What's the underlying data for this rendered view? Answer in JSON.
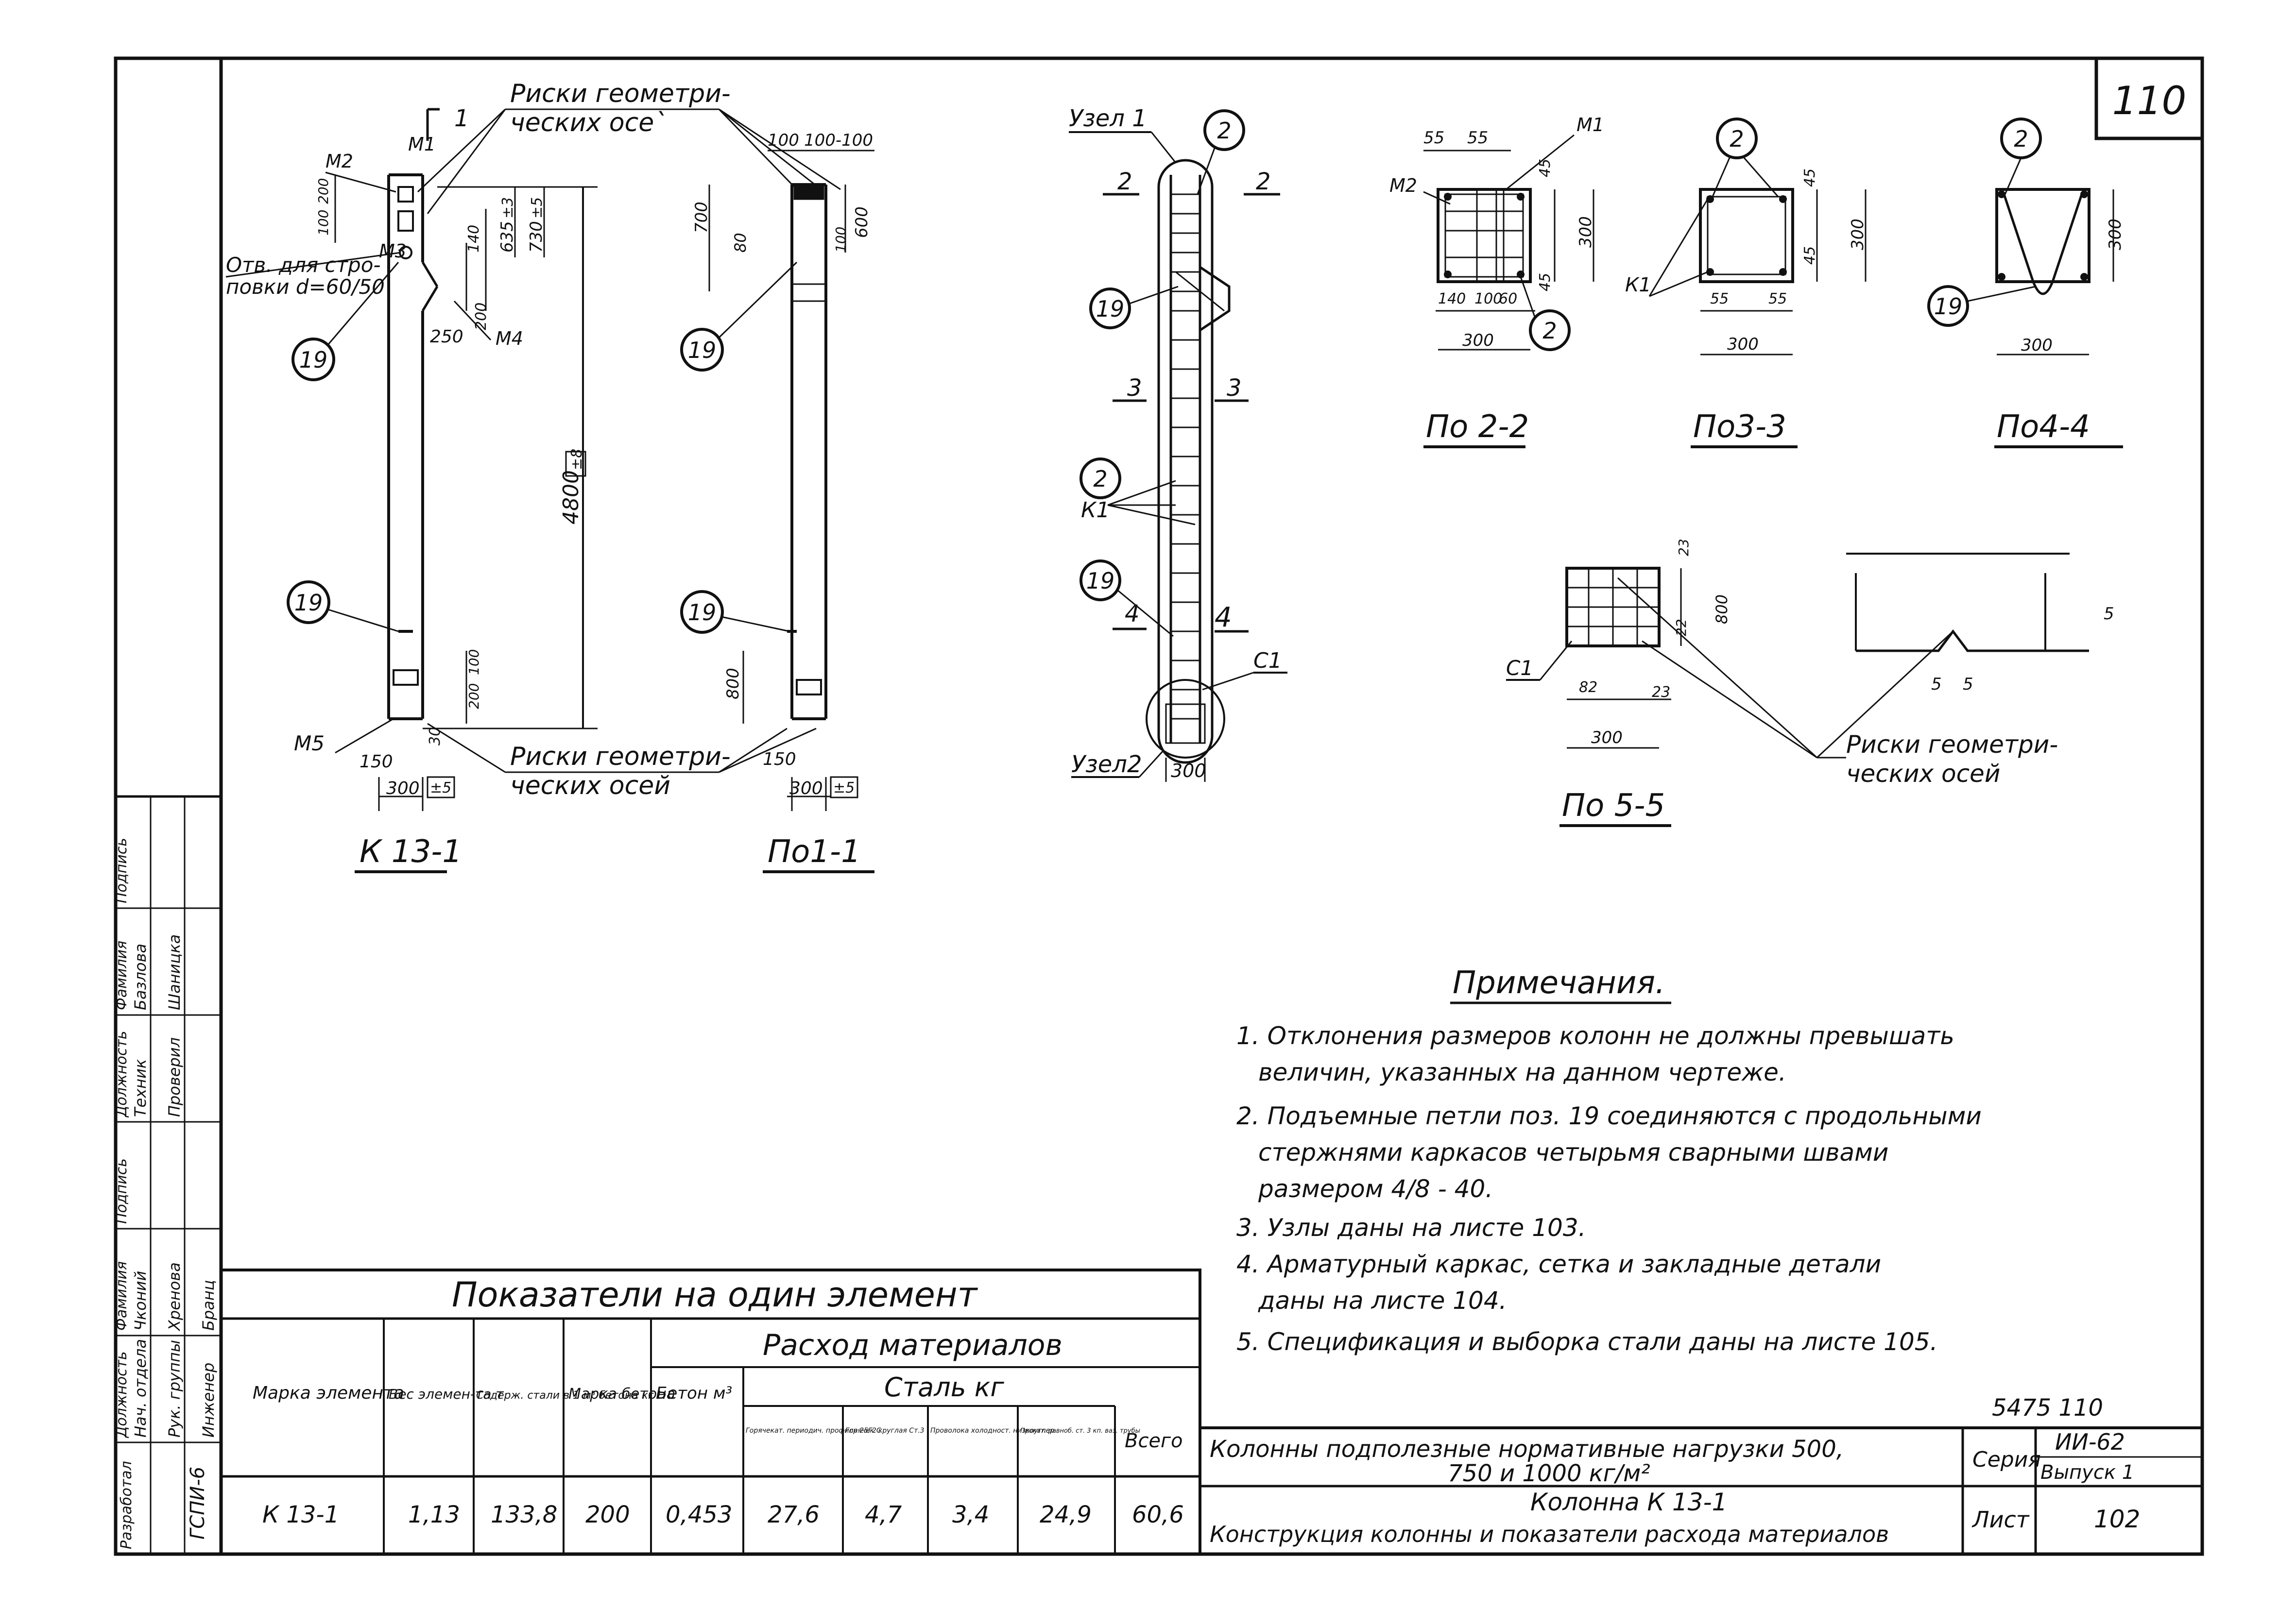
{
  "sheet_corner_number": "110",
  "elevation": {
    "title": "К 13-1",
    "label_risk_top": "Риски геометри-",
    "label_risk_top2": "ческих осе`",
    "label_risk_bottom": "Риски геометри-",
    "label_risk_bottom2": "ческих осей",
    "label_opening": "Отв. для стро-",
    "label_opening2": "повки d=60/50",
    "m1": "М1",
    "m2": "М2",
    "m3": "М3",
    "m4": "М4",
    "m5": "М5",
    "dim_4800": "4800",
    "tol_4800": "±8",
    "dim_730": "730",
    "tol_730": "±5",
    "dim_635": "635",
    "tol_635": "±3",
    "dim_250": "250",
    "dim_300": "300",
    "tol_300": "±5",
    "dim_150": "150",
    "dim_100": "100",
    "dim_200": "200",
    "dim_30": "30",
    "dim_140": "140",
    "section_mark": "1",
    "pos_19": "19"
  },
  "section_1_1": {
    "title": "По1-1",
    "dim_100": "100",
    "dim_100_100": "100-100",
    "dim_700": "700",
    "dim_600": "600",
    "dim_80": "80",
    "dim_800": "800",
    "dim_150": "150",
    "dim_300": "300",
    "tol_300": "±5",
    "pos_19": "19"
  },
  "reinforcement": {
    "node1": "Узел 1",
    "node2": "Узел2",
    "pos_2": "2",
    "pos_19": "19",
    "k1": "К1",
    "c1": "С1",
    "cut_2": "2",
    "cut_3": "3",
    "cut_4": "4",
    "dim_300": "300"
  },
  "section_2_2": {
    "title": "По 2-2",
    "m1": "М1",
    "m2": "М2",
    "dim_55a": "55",
    "dim_55b": "55",
    "dim_45a": "45",
    "dim_45b": "45",
    "dim_300v": "300",
    "dim_140": "140",
    "dim_100": "100",
    "dim_60": "60",
    "dim_300": "300",
    "pos_2": "2"
  },
  "section_3_3": {
    "title": "По3-3",
    "k1": "К1",
    "dim_45a": "45",
    "dim_45b": "45",
    "dim_300v": "300",
    "dim_55a": "55",
    "dim_55b": "55",
    "dim_300": "300",
    "pos_2": "2"
  },
  "section_4_4": {
    "title": "По4-4",
    "dim_300v": "300",
    "dim_300": "300",
    "pos_2": "2",
    "pos_19": "19"
  },
  "section_5_5": {
    "title": "По 5-5",
    "c1": "С1",
    "dim_23a": "23",
    "dim_22": "22",
    "dim_800": "800",
    "dim_82": "82",
    "dim_23b": "23",
    "dim_300": "300",
    "label_risk": "Риски геометри-",
    "label_risk2": "ческих осей",
    "dim_5a": "5",
    "dim_5b": "5",
    "dim_5c": "5"
  },
  "notes": {
    "title": "Примечания.",
    "items": [
      "1. Отклонения размеров колонн не должны превышать",
      "величин, указанных на данном чертеже.",
      "2. Подъемные петли поз. 19 соединяются с продольными",
      "стержнями каркасов четырьмя сварными швами",
      "размером 4/8 - 40.",
      "3. Узлы даны на листе 103.",
      "4. Арматурный каркас, сетка и закладные детали",
      "даны на листе 104.",
      "5. Спецификация и выборка стали даны на листе 105."
    ]
  },
  "indicators_table": {
    "title": "Показатели на один элемент",
    "headers": {
      "mark": "Марка элемента",
      "weight": "Вес элемен-та т",
      "steel_content": "Содерж. стали в 1 м³ бетона кг",
      "concrete_grade": "Марка бетона",
      "materials": "Расход материалов",
      "concrete": "Бетон м³",
      "steel": "Сталь кг",
      "steel_cols": [
        "Горячекат. периодич. профиля 25Г2С",
        "Горячек. круглая Ст.3",
        "Проволока холодност. низкоуглер.",
        "Прокат. равноб. ст. 3 кп. ваз. трубы"
      ],
      "total": "Всего"
    },
    "row": {
      "mark": "К 13-1",
      "weight": "1,13",
      "steel_content": "133,8",
      "concrete_grade": "200",
      "concrete": "0,453",
      "steel_vals": [
        "27,6",
        "4,7",
        "3,4",
        "24,9"
      ],
      "total": "60,6"
    }
  },
  "side_stamp": {
    "rows": [
      [
        "Инженер",
        "Бранц",
        ""
      ],
      [
        "Рук. группы",
        "Хренова",
        ""
      ],
      [
        "Нач. отдела",
        "Чконий",
        ""
      ],
      [
        "Должность",
        "Фамилия",
        "Подпись"
      ],
      [
        "Проверил",
        "Шаницка",
        ""
      ],
      [
        "Техник",
        "Базлова",
        ""
      ],
      [
        "Должность",
        "Фамилия",
        "Подпись"
      ]
    ],
    "org": "ГСПИ-6",
    "developer": "Разработал"
  },
  "title_block": {
    "codes": "5475 110",
    "title1": "Колонны подполезные нормативные нагрузки 500,",
    "title2": "750 и 1000 кг/м²",
    "subtitle1": "Колонна К 13-1",
    "subtitle2": "Конструкция колонны и показатели расхода материалов",
    "series_label": "Серия",
    "series_value": "ИИ-62",
    "issue": "Выпуск 1",
    "sheet_label": "Лист",
    "sheet_value": "102"
  }
}
